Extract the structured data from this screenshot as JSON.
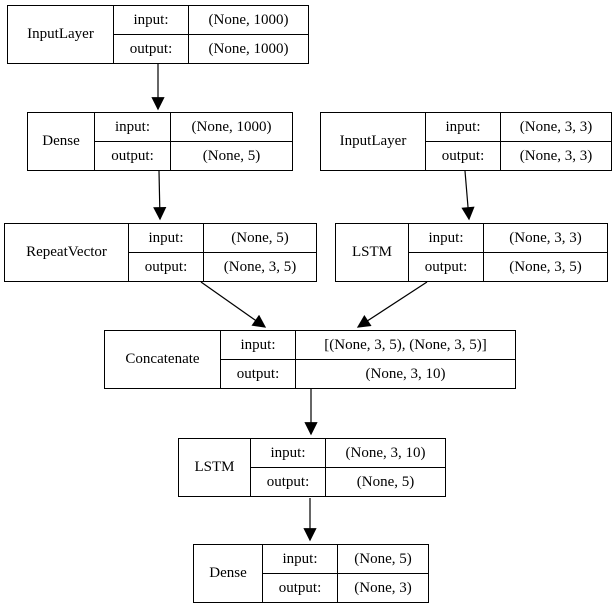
{
  "diagram": {
    "kind": "keras-model-architecture-graph",
    "labels": {
      "input": "input:",
      "output": "output:"
    },
    "colors": {
      "background": "#ffffff",
      "border": "#000000",
      "text": "#000000"
    },
    "nodes": [
      {
        "layer": "InputLayer",
        "input": "(None, 1000)",
        "output": "(None, 1000)"
      },
      {
        "layer": "Dense",
        "input": "(None, 1000)",
        "output": "(None, 5)"
      },
      {
        "layer": "InputLayer",
        "input": "(None, 3, 3)",
        "output": "(None, 3, 3)"
      },
      {
        "layer": "RepeatVector",
        "input": "(None, 5)",
        "output": "(None, 3, 5)"
      },
      {
        "layer": "LSTM",
        "input": "(None, 3, 3)",
        "output": "(None, 3, 5)"
      },
      {
        "layer": "Concatenate",
        "input": "[(None, 3, 5), (None, 3, 5)]",
        "output": "(None, 3, 10)"
      },
      {
        "layer": "LSTM",
        "input": "(None, 3, 10)",
        "output": "(None, 5)"
      },
      {
        "layer": "Dense",
        "input": "(None, 5)",
        "output": "(None, 3)"
      }
    ],
    "edges": [
      {
        "from": 0,
        "to": 1
      },
      {
        "from": 1,
        "to": 3
      },
      {
        "from": 2,
        "to": 4
      },
      {
        "from": 3,
        "to": 5
      },
      {
        "from": 4,
        "to": 5
      },
      {
        "from": 5,
        "to": 6
      },
      {
        "from": 6,
        "to": 7
      }
    ]
  }
}
